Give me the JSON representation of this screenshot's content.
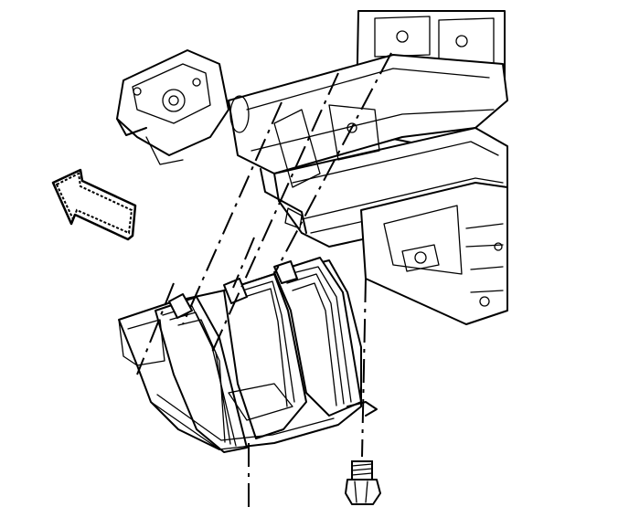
{
  "figure": {
    "subject": "engine-mount-and-transmission-mount-assembly",
    "view": "exploded-line-drawing",
    "callouts": [
      "arrow-front",
      "bolt",
      "shield-bracket",
      "frame-crossmember"
    ],
    "colors": {
      "line": "#000000",
      "background": "#ffffff"
    }
  }
}
